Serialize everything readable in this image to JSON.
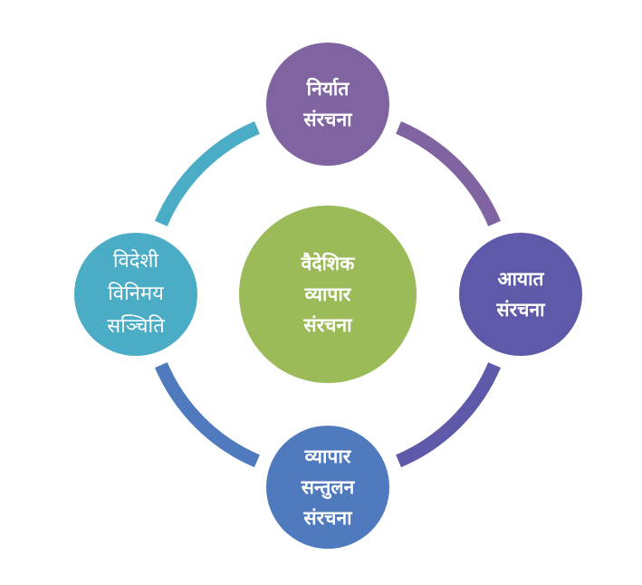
{
  "center": {
    "lines": [
      "वैदेशिक",
      "व्यापार",
      "संरचना"
    ],
    "color": "#9bbb59"
  },
  "nodes": {
    "top": {
      "lines": [
        "निर्यात",
        "संरचना"
      ],
      "color": "#8064a2"
    },
    "right": {
      "lines": [
        "आयात",
        "संरचना"
      ],
      "color": "#5e5aa9"
    },
    "bottom": {
      "lines": [
        "व्यापार",
        "सन्तुलन",
        "संरचना"
      ],
      "color": "#4f7abe"
    },
    "left": {
      "lines": [
        "विदेशी",
        "विनिमय",
        "सञ्चिति"
      ],
      "color": "#4bacc6"
    }
  },
  "arc_colors": {
    "top_right": "#8064a2",
    "right_bottom": "#5e5aa9",
    "bottom_left": "#4f7abe",
    "left_top": "#4bacc6"
  }
}
